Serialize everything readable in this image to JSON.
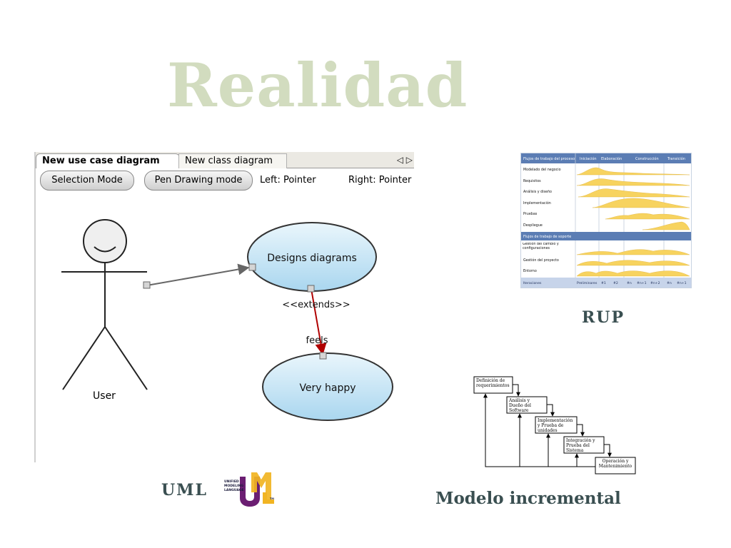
{
  "title": "Realidad",
  "uml_editor": {
    "tabs": [
      "New use case diagram",
      "New class diagram"
    ],
    "tab_arrows": "◁ ▷",
    "buttons": {
      "selection_mode": "Selection Mode",
      "pen_drawing_mode": "Pen Drawing mode"
    },
    "left_pointer": "Left: Pointer",
    "right_pointer": "Right: Pointer",
    "diagram": {
      "actor": "User",
      "use_cases": [
        "Designs diagrams",
        "Very happy"
      ],
      "stereotype": "<<extends>>",
      "edge_label": "feels"
    }
  },
  "rup": {
    "caption": "RUP",
    "header": [
      "Flujos de trabajo del proceso",
      "Iniciación",
      "Elaboración",
      "Construcción",
      "Transición"
    ],
    "process_rows": [
      "Modelado del negocio",
      "Requisitos",
      "Análisis y diseño",
      "Implementación",
      "Pruebas",
      "Despliegue"
    ],
    "support_header": "Flujos de trabajo de soporte",
    "support_rows": [
      "Gestión del cambio y configuraciones",
      "Gestión del proyecto",
      "Entorno"
    ],
    "iterations_label": "Iteraciones",
    "iterations": [
      "Preliminares",
      "#1",
      "#2",
      "#n",
      "#n+1",
      "#n+2",
      "#n",
      "#n+1"
    ]
  },
  "waterfall": {
    "caption": "Modelo incremental",
    "stages": [
      "Definición de requerimientos",
      "Análisis y Dueño del Software",
      "Implementación y Prueba de unidades",
      "Integración y Prueba del Sistema",
      "Operación y Mantenimiento"
    ]
  },
  "uml_label": {
    "caption": "UML",
    "logo_text": [
      "UNIFIED",
      "MODELING",
      "LANGUAGE",
      "TM"
    ]
  },
  "colors": {
    "title": "#d2dcbf",
    "caption": "#3a4f51",
    "rup_header": "#5b7db4",
    "rup_fill": "#f7d35f",
    "ellipse_fill": "#cfe9f7",
    "extends_arrow": "#b00000",
    "logo_purple": "#6b1e72",
    "logo_yellow": "#f1b422"
  }
}
